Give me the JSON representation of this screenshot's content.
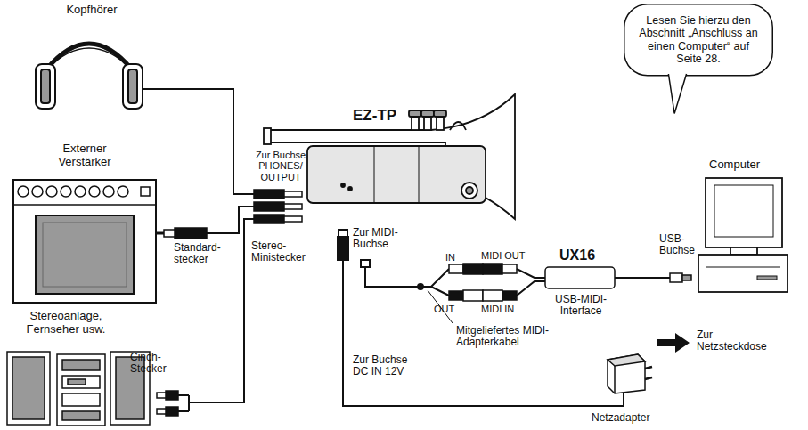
{
  "diagram": {
    "nodes": [
      {
        "text": [
          "Lesen Sie hierzu den Abschnitt „Anschluss an einen Computer“ auf Seite 28."
        ]
      }
    ],
    "labels": [
      "Kopfhörer",
      "Externer Verstärker",
      "Standard- stecker",
      "Stereo- Ministecker",
      "Stereoanlage, Fernseher usw.",
      "Cinch- Stecker",
      "Zur Buchse PHONES/ OUTPUT",
      "EZ-TP",
      "Zur MIDI- Buchse",
      "Zur Buchse DC IN 12V",
      "IN",
      "MIDI OUT",
      "OUT",
      "MIDI IN",
      "UX16",
      "USB-MIDI- Interface",
      "Mitgeliefertes MIDI- Adapterkabel",
      "Computer",
      "USB- Buchse",
      "Netzadapter",
      "Zur Netzsteckdose"
    ]
  }
}
